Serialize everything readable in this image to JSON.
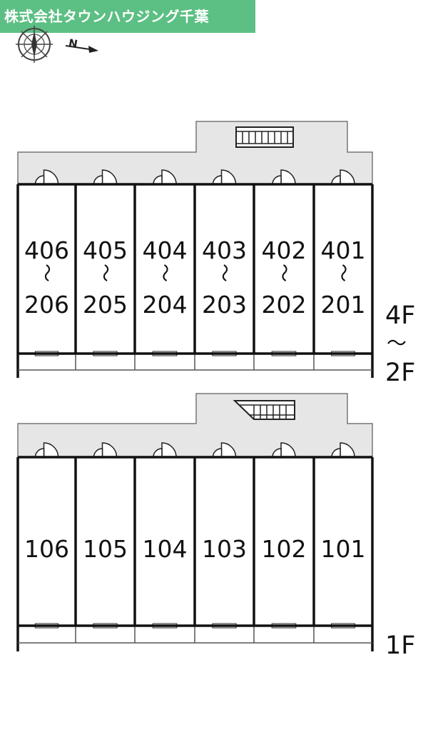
{
  "banner": {
    "company": "株式会社タウンハウジング千葉"
  },
  "compass": {
    "north_label": "N"
  },
  "upper_block": {
    "floor_top": "4F",
    "floor_sep": "〜",
    "floor_bottom": "2F",
    "rooms": [
      {
        "top": "406",
        "sep": "〜",
        "bottom": "206"
      },
      {
        "top": "405",
        "sep": "〜",
        "bottom": "205"
      },
      {
        "top": "404",
        "sep": "〜",
        "bottom": "204"
      },
      {
        "top": "403",
        "sep": "〜",
        "bottom": "203"
      },
      {
        "top": "402",
        "sep": "〜",
        "bottom": "202"
      },
      {
        "top": "401",
        "sep": "〜",
        "bottom": "201"
      }
    ]
  },
  "lower_block": {
    "floor": "1F",
    "rooms": [
      "106",
      "105",
      "104",
      "103",
      "102",
      "101"
    ]
  },
  "colors": {
    "banner": "#5cbf83",
    "corridor": "#e6e6e6",
    "wall": "#111111"
  }
}
